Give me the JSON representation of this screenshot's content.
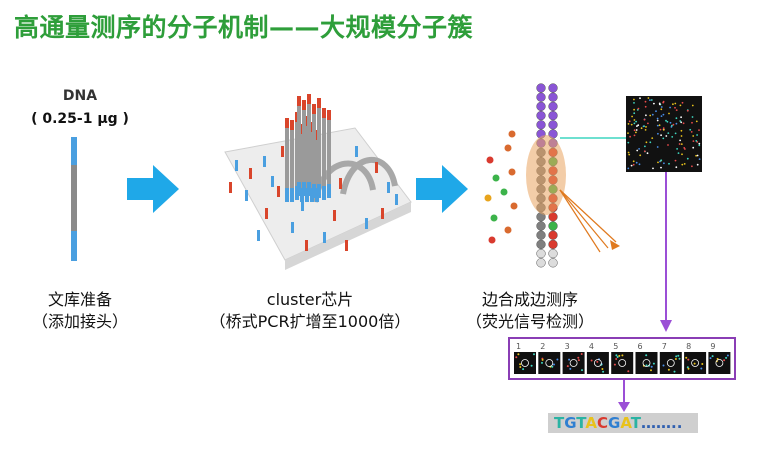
{
  "title": "高通量测序的分子机制——大规模分子簇",
  "step1": {
    "dna_label": "DNA",
    "dna_range": "( 0.25-1 μg )",
    "caption_line1": "文库准备",
    "caption_line2": "（添加接头）"
  },
  "step2": {
    "caption_line1": "cluster芯片",
    "caption_line2": "（桥式PCR扩增至1000倍）"
  },
  "step3": {
    "caption_line1": "边合成边测序",
    "caption_line2": "（荧光信号检测）"
  },
  "cycles": [
    "1",
    "2",
    "3",
    "4",
    "5",
    "6",
    "7",
    "8",
    "9"
  ],
  "sequence": {
    "bases": [
      {
        "b": "T",
        "color": "#2bb3a3"
      },
      {
        "b": "G",
        "color": "#2f7fd1"
      },
      {
        "b": "T",
        "color": "#2bb3a3"
      },
      {
        "b": "A",
        "color": "#e8c21c"
      },
      {
        "b": "C",
        "color": "#d93a2f"
      },
      {
        "b": "G",
        "color": "#2f7fd1"
      },
      {
        "b": "A",
        "color": "#e8c21c"
      },
      {
        "b": "T",
        "color": "#2bb3a3"
      }
    ],
    "trail": "……..",
    "trail_color": "#2f5fb0"
  },
  "colors": {
    "title_green": "#2e9e3a",
    "arrow_blue": "#1fa8e8",
    "purple": "#9b4fd6",
    "teal_line": "#3fd6c0",
    "orange": "#e07a1f"
  }
}
